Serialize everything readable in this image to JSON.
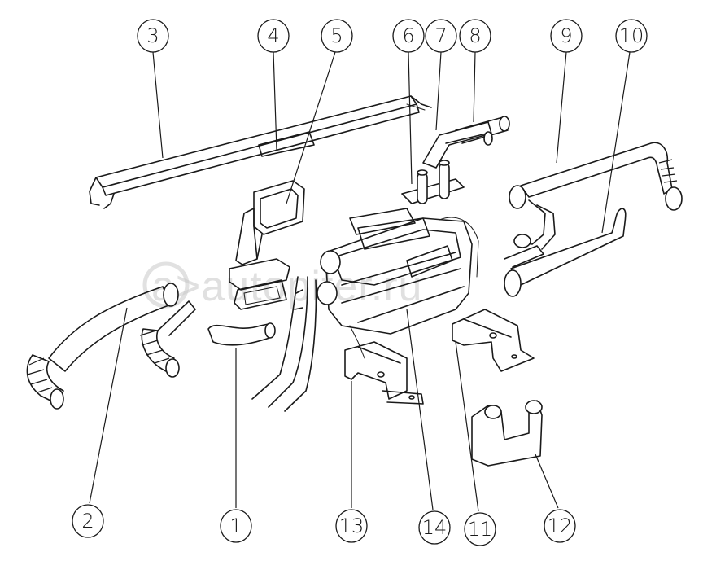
{
  "watermark": "a>autopiter.ru",
  "callouts": [
    {
      "id": "3",
      "label": "3"
    },
    {
      "id": "4",
      "label": "4"
    },
    {
      "id": "5",
      "label": "5"
    },
    {
      "id": "6",
      "label": "6"
    },
    {
      "id": "7",
      "label": "7"
    },
    {
      "id": "8",
      "label": "8"
    },
    {
      "id": "9",
      "label": "9"
    },
    {
      "id": "10",
      "label": "10"
    },
    {
      "id": "2",
      "label": "2"
    },
    {
      "id": "1",
      "label": "1"
    },
    {
      "id": "13",
      "label": "13"
    },
    {
      "id": "14",
      "label": "14"
    },
    {
      "id": "11",
      "label": "11"
    },
    {
      "id": "12",
      "label": "12"
    }
  ]
}
